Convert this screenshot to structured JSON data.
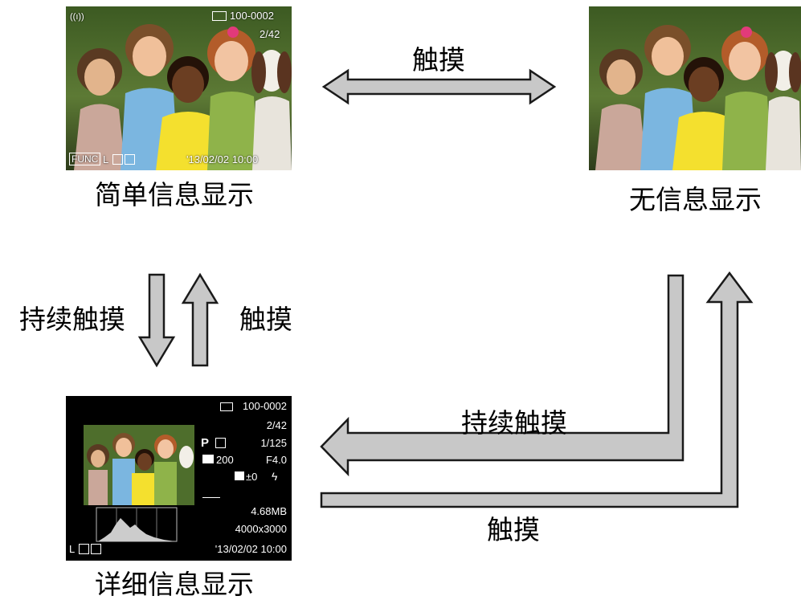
{
  "modes": {
    "simple": {
      "caption": "简单信息显示",
      "osd": {
        "wifi": "((ı))",
        "card": "100-0002",
        "count": "2/42",
        "func": "FUNC",
        "quality": "L",
        "datetime": "'13/02/02  10:00"
      }
    },
    "none": {
      "caption": "无信息显示"
    },
    "detailed": {
      "caption": "详细信息显示",
      "osd": {
        "card": "100-0002",
        "count": "2/42",
        "mode": "P",
        "shutter": "1/125",
        "iso": "200",
        "aperture": "F4.0",
        "exposure": "±0",
        "filesize": "4.68MB",
        "resolution": "4000x3000",
        "quality": "L",
        "datetime": "'13/02/02   10:00"
      }
    }
  },
  "arrows": {
    "simple_to_none": "触摸",
    "simple_down": "持续触摸",
    "detailed_up": "触摸",
    "none_to_detailed": "持续触摸",
    "detailed_to_none": "触摸"
  },
  "colors": {
    "arrow_fill": "#c8c8c8",
    "arrow_stroke": "#1a1a1a"
  }
}
